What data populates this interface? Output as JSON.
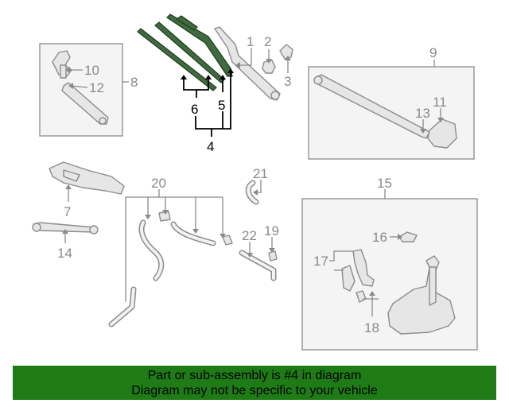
{
  "diagram": {
    "callouts": {
      "c1": "1",
      "c2": "2",
      "c3": "3",
      "c4": "4",
      "c5": "5",
      "c6": "6",
      "c7": "7",
      "c8": "8",
      "c9": "9",
      "c10": "10",
      "c11": "11",
      "c12": "12",
      "c13": "13",
      "c14": "14",
      "c15": "15",
      "c16": "16",
      "c17": "17",
      "c18": "18",
      "c19": "19",
      "c20": "20",
      "c21": "21",
      "c22": "22"
    },
    "highlighted_part": "4",
    "colors": {
      "highlight": "#000000",
      "callout": "#8a8a8a",
      "blade": "#3f6b3f",
      "banner": "#1e7b16"
    }
  },
  "banner": {
    "line1": "Part or sub-assembly is #4 in diagram",
    "line2": "Diagram may not be specific to your vehicle"
  }
}
